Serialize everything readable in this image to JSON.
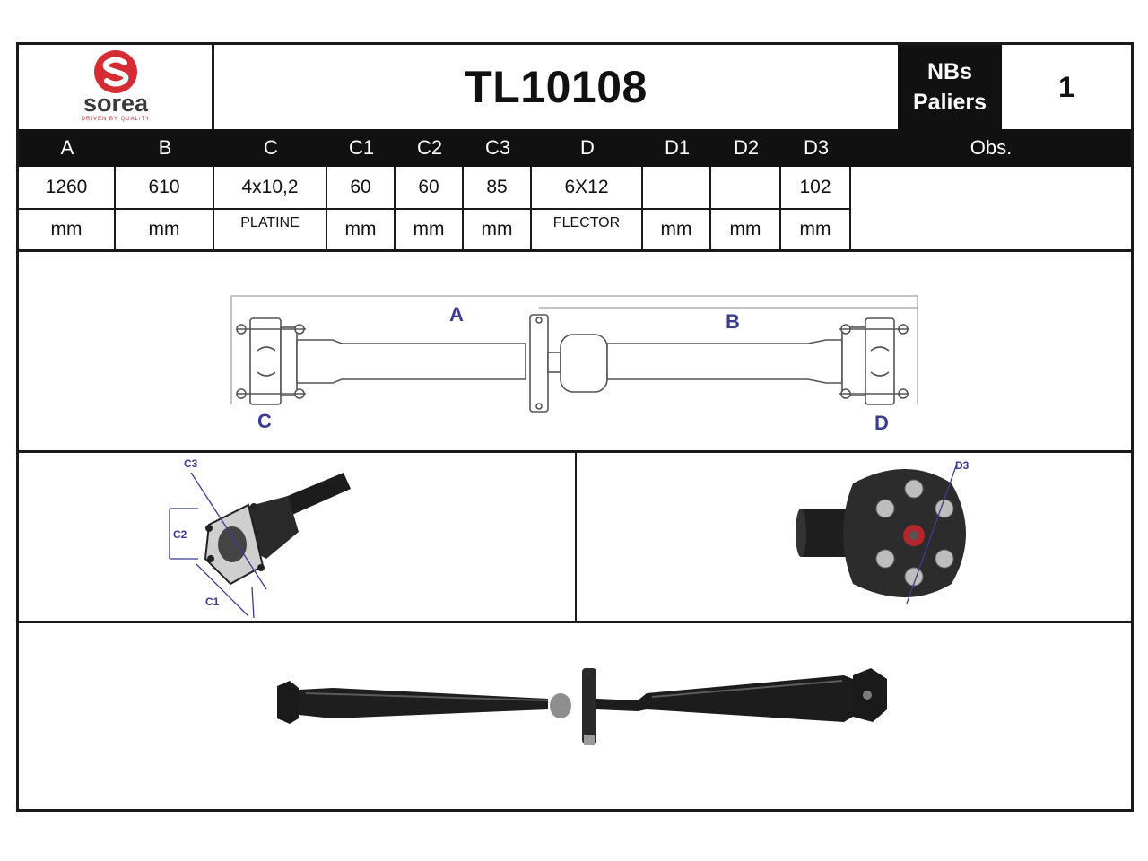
{
  "header": {
    "brand": "sorea",
    "brand_tagline": "DRIVEN BY QUALITY",
    "part_number": "TL10108",
    "nbs_label_line1": "NBs",
    "nbs_label_line2": "Paliers",
    "nbs_value": "1"
  },
  "columns": [
    {
      "key": "A",
      "label": "A",
      "value": "1260",
      "unit": "mm"
    },
    {
      "key": "B",
      "label": "B",
      "value": "610",
      "unit": "mm"
    },
    {
      "key": "C",
      "label": "C",
      "value": "4x10,2",
      "unit": "PLATINE"
    },
    {
      "key": "C1",
      "label": "C1",
      "value": "60",
      "unit": "mm"
    },
    {
      "key": "C2",
      "label": "C2",
      "value": "60",
      "unit": "mm"
    },
    {
      "key": "C3",
      "label": "C3",
      "value": "85",
      "unit": "mm"
    },
    {
      "key": "D",
      "label": "D",
      "value": "6X12",
      "unit": "FLECTOR"
    },
    {
      "key": "D1",
      "label": "D1",
      "value": "",
      "unit": "mm"
    },
    {
      "key": "D2",
      "label": "D2",
      "value": "",
      "unit": "mm"
    },
    {
      "key": "D3",
      "label": "D3",
      "value": "102",
      "unit": "mm"
    }
  ],
  "obs_label": "Obs.",
  "drawing_labels": {
    "a": "A",
    "b": "B",
    "c": "C",
    "d": "D"
  },
  "detail_labels": {
    "c1": "C1",
    "c2": "C2",
    "c3": "C3",
    "d3": "D3"
  },
  "colors": {
    "brand_red": "#d52b32",
    "dim_blue": "#3a3d8f",
    "ink": "#1a1a1a"
  }
}
